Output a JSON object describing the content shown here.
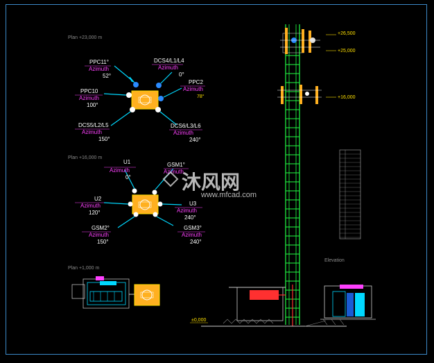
{
  "plans": {
    "top": {
      "title": "Plan +23,000 m",
      "sectors": [
        {
          "name": "PPC11°",
          "label": "Azimuth",
          "value": "52°"
        },
        {
          "name": "DCS4/L1/L4",
          "label": "Azimuth",
          "value": "0°"
        },
        {
          "name": "PPC10",
          "label": "Azimuth",
          "value": "100°"
        },
        {
          "name": "PPC2",
          "label": "Azimuth",
          "value": "78°"
        },
        {
          "name": "DCS5/L2/L5",
          "label": "Azimuth",
          "value": "150°"
        },
        {
          "name": "DCS6/L3/L6",
          "label": "Azimuth",
          "value": "240°"
        }
      ]
    },
    "mid": {
      "title": "Plan +16,000 m",
      "sectors": [
        {
          "name": "U1",
          "label": "Azimuth",
          "value": "0°"
        },
        {
          "name": "GSM1°",
          "label": "Azimuth",
          "value": ""
        },
        {
          "name": "U2",
          "label": "Azimuth",
          "value": "120°"
        },
        {
          "name": "U3",
          "label": "Azimuth",
          "value": "240°"
        },
        {
          "name": "GSM2°",
          "label": "Azimuth",
          "value": "150°"
        },
        {
          "name": "GSM3°",
          "label": "Azimuth",
          "value": "240°"
        }
      ]
    },
    "base": {
      "title": "Plan +1,000 m"
    }
  },
  "elevation": {
    "title": "Elevation",
    "levels": [
      "+26,500",
      "+25,000",
      "+16,000",
      "±0,000"
    ]
  },
  "watermark": {
    "brand": "沐风网",
    "url": "www.mfcad.com"
  },
  "colors": {
    "frame": "#3c8ac9",
    "tower": "#22ff44",
    "azimuth": "#ff40ff",
    "pointer": "#00d8ff",
    "mount": "#ffb020"
  }
}
